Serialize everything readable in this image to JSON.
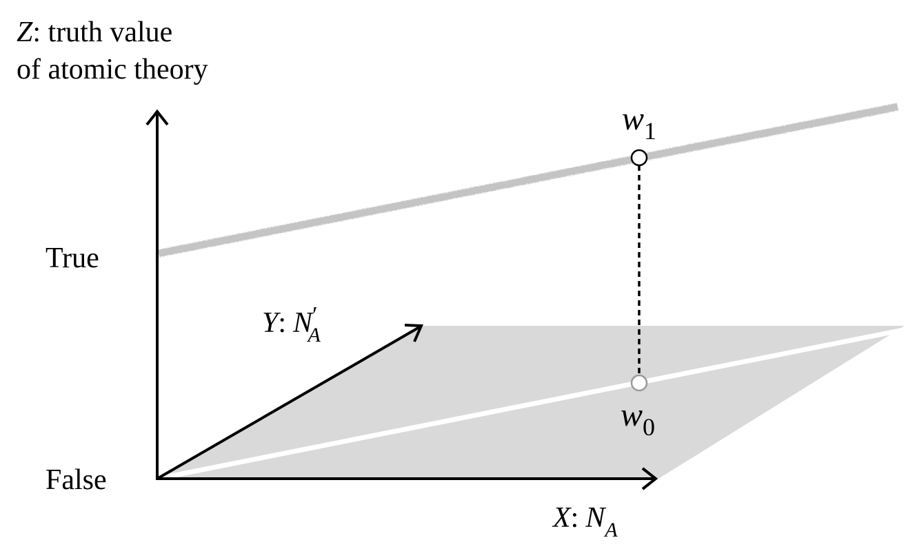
{
  "z_axis": {
    "var": "Z",
    "label_rest": ": truth value",
    "label_line2": "of atomic theory",
    "tick_true": "True",
    "tick_false": "False"
  },
  "y_axis": {
    "var": "Y",
    "sep": ":",
    "quantity": "N",
    "prime": "′",
    "subscript": "A"
  },
  "x_axis": {
    "var": "X",
    "sep": ":",
    "quantity": "N",
    "subscript": "A"
  },
  "points": {
    "w1": {
      "letter": "w",
      "index": "1"
    },
    "w0": {
      "letter": "w",
      "index": "0"
    }
  },
  "colors": {
    "axes": "#000000",
    "plane": "#d9d9d9",
    "plane_line": "#ffffff",
    "true_line": "#c4c4c4",
    "dashed_connector": "#000000",
    "w0_marker_stroke": "#999999",
    "w1_marker_stroke": "#000000"
  }
}
